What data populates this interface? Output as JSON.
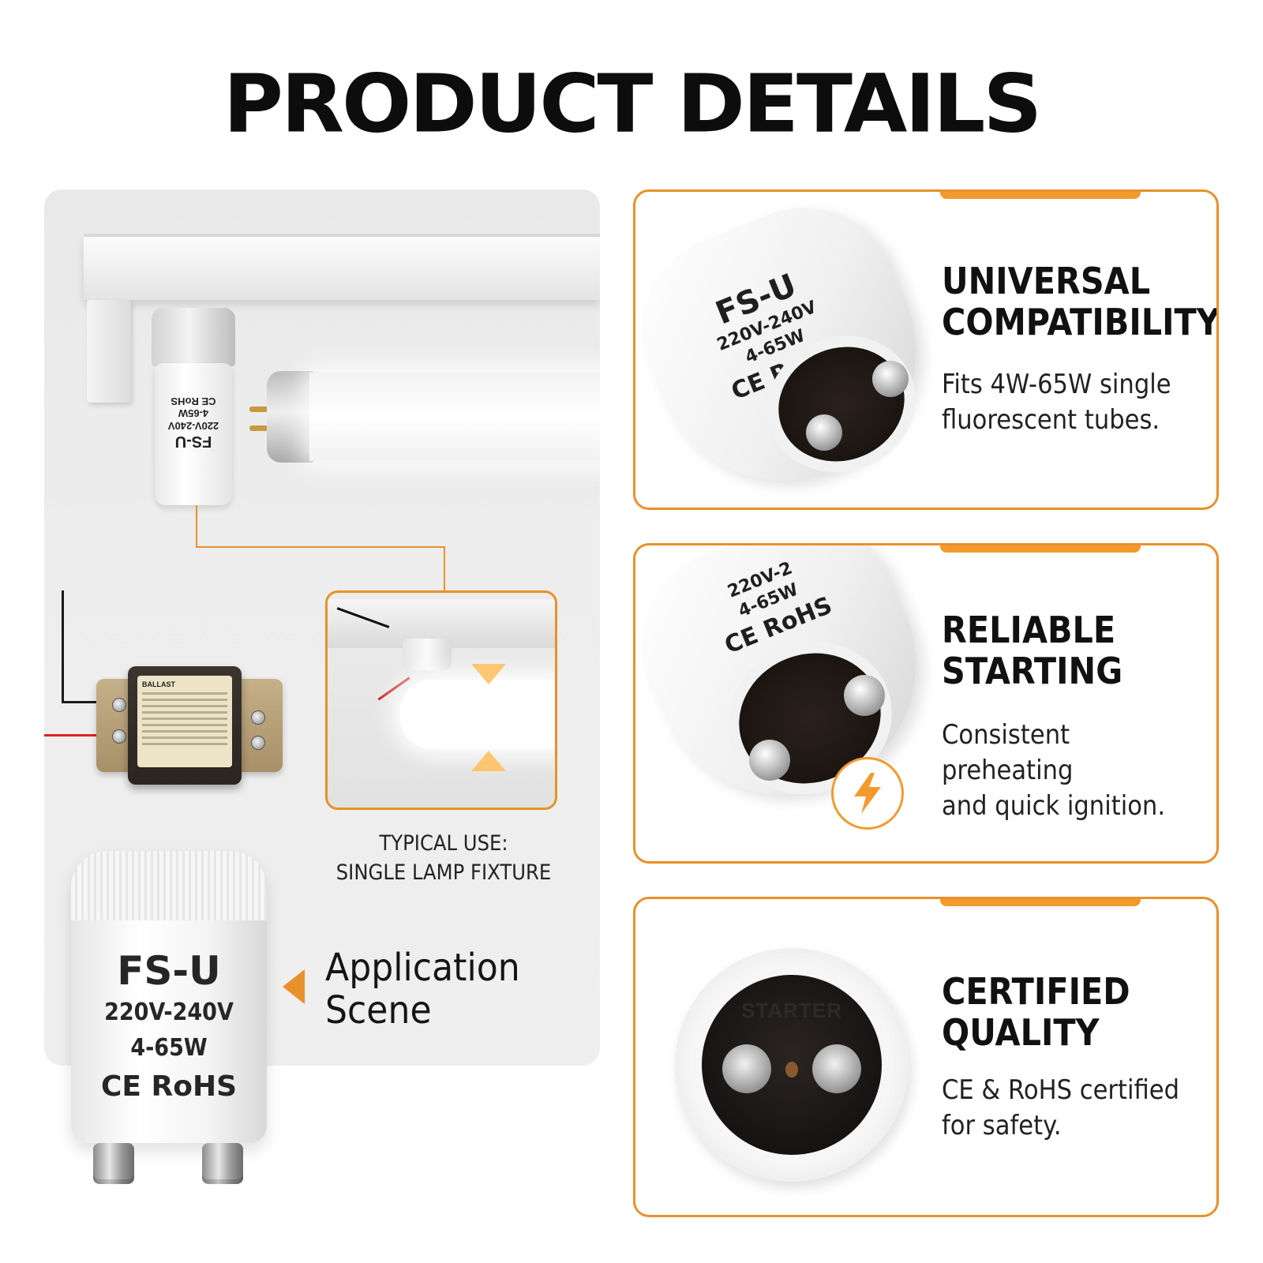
{
  "page_title": "PRODUCT DETAILS",
  "scene": {
    "top_starter": {
      "model": "FS-U",
      "voltage": "220V-240V",
      "wattage": "4-65W",
      "certs": "CE RoHS"
    },
    "ballast_label": "BALLAST",
    "caption_line1": "TYPICAL USE:",
    "caption_line2": "SINGLE LAMP FIXTURE",
    "label_line1": "Application",
    "label_line2": "Scene",
    "starter": {
      "model": "FS-U",
      "voltage": "220V-240V",
      "wattage": "4-65W",
      "certs": "CE RoHS"
    }
  },
  "features": [
    {
      "heading_line1": "UNIVERSAL",
      "heading_line2": "COMPATIBILITY",
      "desc_line1": "Fits 4W-65W single",
      "desc_line2": "fluorescent tubes.",
      "photo": {
        "model": "FS-U",
        "voltage": "220V-240V",
        "wattage": "4-65W",
        "certs": "CE RoHS"
      }
    },
    {
      "heading_line1": "RELIABLE",
      "heading_line2": "STARTING",
      "desc_line1": "Consistent preheating",
      "desc_line2": "and quick ignition.",
      "photo": {
        "voltage": "220V-2",
        "wattage": "4-65W",
        "certs": "CE RoHS"
      },
      "icon": "lightning-bolt-icon"
    },
    {
      "heading_line1": "CERTIFIED",
      "heading_line2": "QUALITY",
      "desc_line1": "CE & RoHS certified",
      "desc_line2": "for safety.",
      "photo": {
        "mark": "STARTER"
      }
    }
  ],
  "colors": {
    "accent": "#e8912a",
    "tab": "#f39a2c",
    "text": "#111111"
  }
}
